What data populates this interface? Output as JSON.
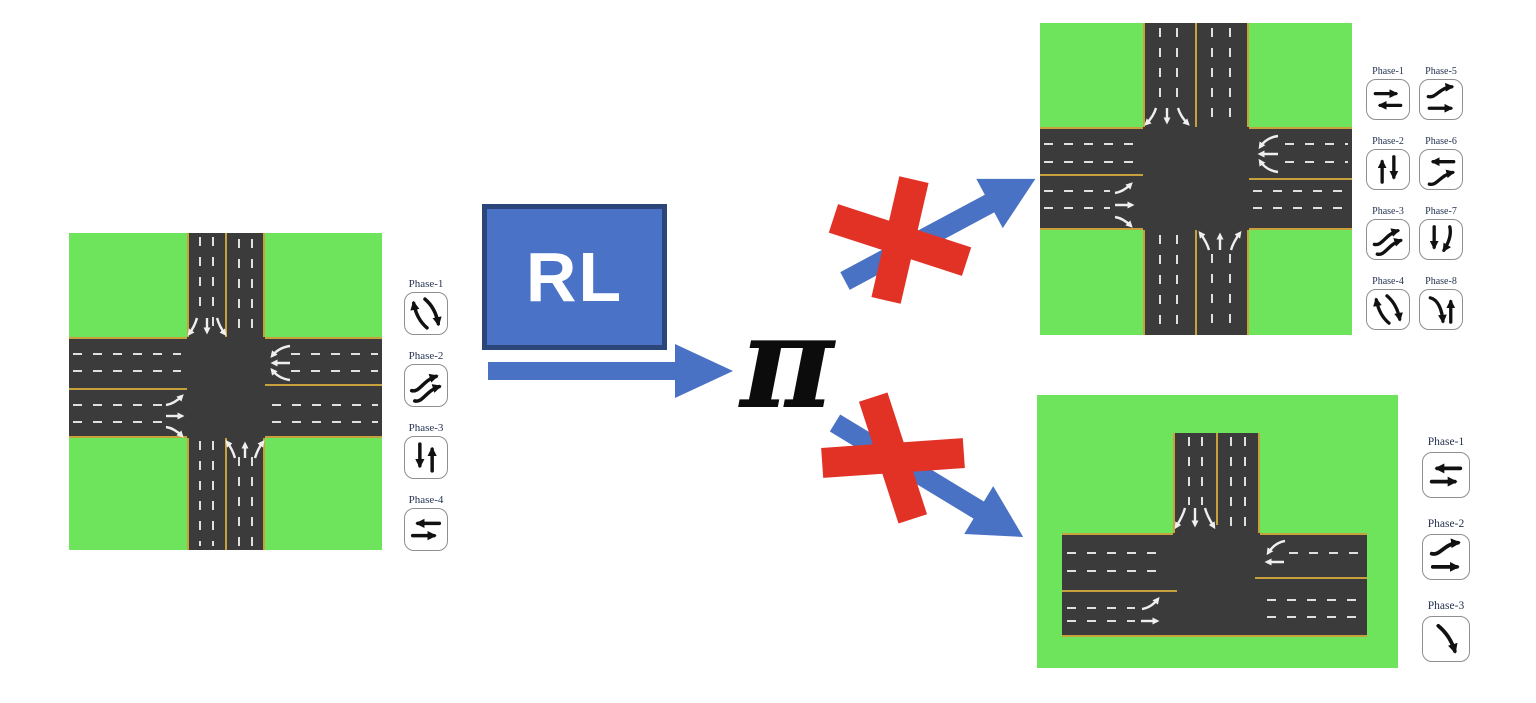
{
  "diagram": {
    "rl_label": "RL",
    "policy_symbol": "π"
  },
  "source_panel": {
    "name": "training four-way intersection",
    "phases": [
      {
        "label": "Phase-1",
        "icon": "dual-curves-nw-se"
      },
      {
        "label": "Phase-2",
        "icon": "dual-s-curves-ne"
      },
      {
        "label": "Phase-3",
        "icon": "down-up"
      },
      {
        "label": "Phase-4",
        "icon": "left-right"
      }
    ]
  },
  "unseen_panel_top": {
    "name": "unseen wide four-way intersection",
    "phases": [
      {
        "label": "Phase-1",
        "icon": "right-left"
      },
      {
        "label": "Phase-2",
        "icon": "up-down"
      },
      {
        "label": "Phase-3",
        "icon": "dual-s-curves-ne"
      },
      {
        "label": "Phase-4",
        "icon": "dual-curves-nw-se"
      },
      {
        "label": "Phase-5",
        "icon": "curve-ne-over-right"
      },
      {
        "label": "Phase-6",
        "icon": "left-over-curve-ne"
      },
      {
        "label": "Phase-7",
        "icon": "down-beside-curve-sw"
      },
      {
        "label": "Phase-8",
        "icon": "curve-se-beside-up"
      }
    ]
  },
  "unseen_panel_bottom": {
    "name": "unseen T-intersection",
    "phases": [
      {
        "label": "Phase-1",
        "icon": "left-right"
      },
      {
        "label": "Phase-2",
        "icon": "curve-ne-over-right"
      },
      {
        "label": "Phase-3",
        "icon": "curve-se"
      }
    ]
  },
  "colors": {
    "grass_green": "#6ee35c",
    "road_gray": "#3b3b3b",
    "lane_yellow": "#c7a13b",
    "lane_white": "#e6e6e6",
    "arrow_blue": "#4a72c4",
    "rl_box_fill": "#4a73c8",
    "rl_box_border": "#2c4679",
    "cross_red": "#e23125",
    "phase_text": "#253452"
  }
}
